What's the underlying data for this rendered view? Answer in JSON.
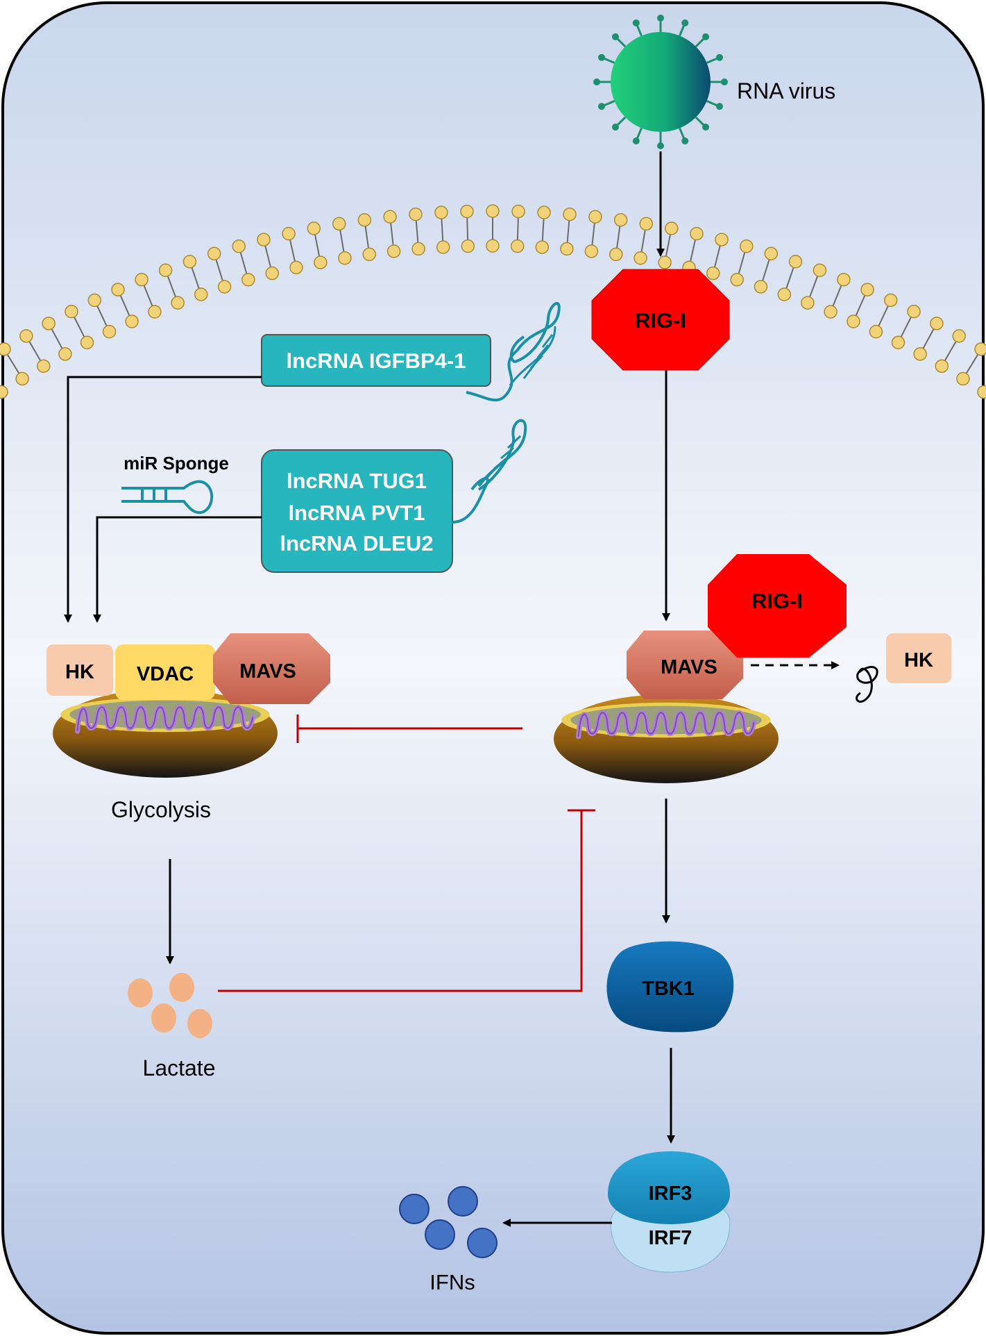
{
  "virus_label": "RNA virus",
  "rig_i_top": "RIG-I",
  "rig_i_bound": "RIG-I",
  "lnc_igfbp": "lncRNA IGFBP4-1",
  "lnc_tug1": "lncRNA TUG1",
  "lnc_pvt1": "lncRNA PVT1",
  "lnc_dleu2": "lncRNA DLEU2",
  "mir_sponge": "miR Sponge",
  "hk_left": "HK",
  "vdac": "VDAC",
  "mavs_left": "MAVS",
  "mavs_right": "MAVS",
  "hk_right": "HK",
  "glycolysis": "Glycolysis",
  "lactate": "Lactate",
  "tbk1": "TBK1",
  "irf3": "IRF3",
  "irf7": "IRF7",
  "ifns": "IFNs",
  "colors": {
    "rig_i": "#ff0000",
    "lncrna_box": "#27b5be",
    "mavs": "#d5735e",
    "vdac": "#ffd966",
    "hk": "#f8cbad",
    "inhibition": "#c00000",
    "tbk1": "#0b6aa8",
    "irf3": "#1e96c8",
    "irf7": "#bfe0f2",
    "ifns": "#4472c4",
    "lactate": "#f4b183"
  }
}
